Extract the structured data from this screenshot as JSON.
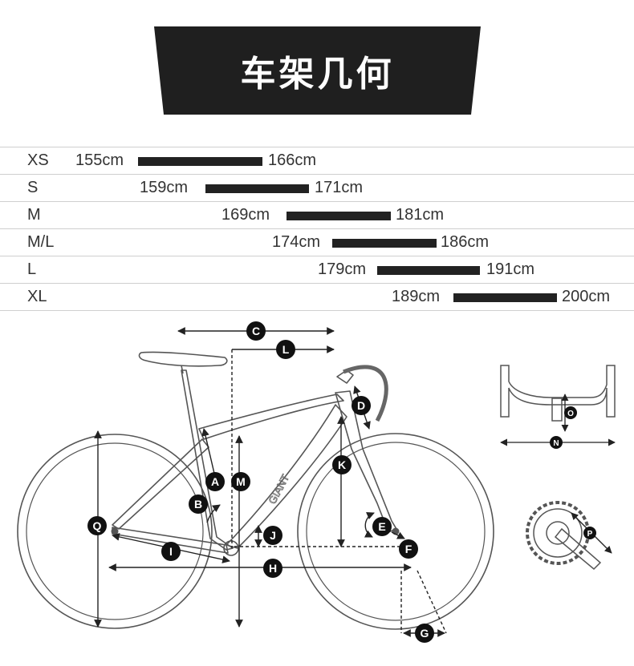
{
  "header": {
    "title": "车架几何"
  },
  "size_chart": {
    "rows": [
      {
        "size": "XS",
        "min": "155cm",
        "max": "166cm"
      },
      {
        "size": "S",
        "min": "159cm",
        "max": "171cm"
      },
      {
        "size": "M",
        "min": "169cm",
        "max": "181cm"
      },
      {
        "size": "M/L",
        "min": "174cm",
        "max": "186cm"
      },
      {
        "size": "L",
        "min": "179cm",
        "max": "191cm"
      },
      {
        "size": "XL",
        "min": "189cm",
        "max": "200cm"
      }
    ]
  },
  "geometry_labels": {
    "C": "C",
    "L": "L",
    "D": "D",
    "K": "K",
    "A": "A",
    "M": "M",
    "B": "B",
    "Q": "Q",
    "J": "J",
    "E": "E",
    "F": "F",
    "I": "I",
    "H": "H",
    "G": "G",
    "O": "O",
    "N": "N",
    "P": "P"
  },
  "downtube_text": "GIANT",
  "colors": {
    "banner": "#1f1f1f",
    "bar": "#222222",
    "badge": "#111111",
    "line": "#333333"
  }
}
